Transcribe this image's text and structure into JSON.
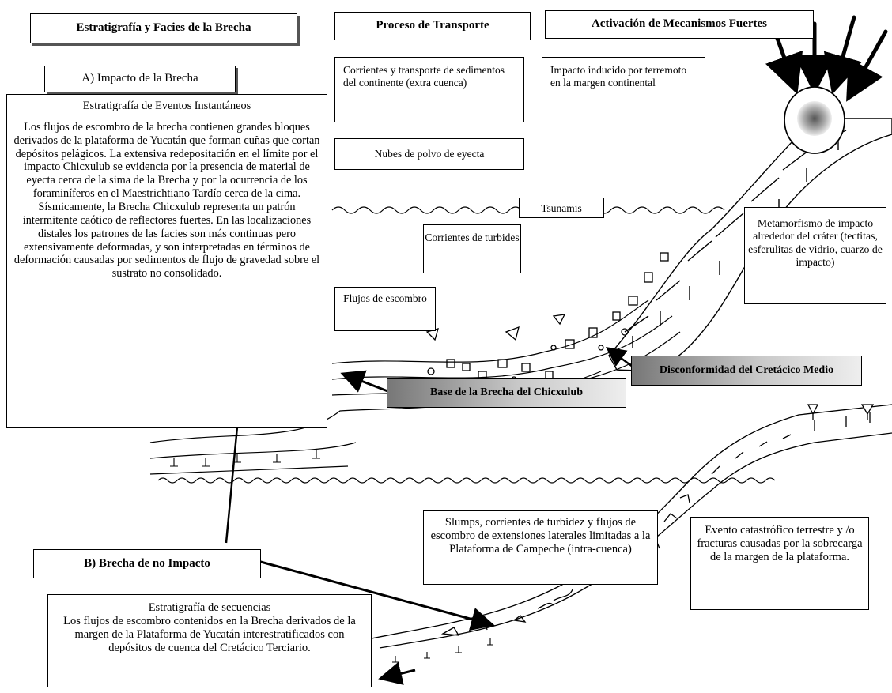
{
  "headers": {
    "stratigraphy": "Estratigrafía y Facies de la Brecha",
    "transport": "Proceso de Transporte",
    "activation": "Activación de Mecanismos Fuertes"
  },
  "impact_label": "A) Impacto de la Brecha",
  "instant_box": {
    "title": "Estratigrafía de Eventos Instantáneos",
    "paragraph1": "Los flujos de escombro de la brecha contienen grandes bloques derivados de la plataforma de Yucatán que forman cuñas que cortan depósitos pelágicos. La extensiva redepositación en el límite por el impacto Chicxulub se evidencia por la presencia de material de eyecta cerca de la sima de la Brecha y por la ocurrencia de los foraminíferos en el Maestrichtiano Tardío cerca de la cima.",
    "paragraph2": "Sísmicamente, la Brecha Chicxulub representa un patrón intermitente caótico de reflectores fuertes. En las localizaciones distales los patrones de las facies son más continuas pero extensivamente deformadas, y son interpretadas en términos de deformación causadas por sedimentos de  flujo de gravedad sobre el sustrato no consolidado."
  },
  "transport_boxes": {
    "currents": "Corrientes y transporte de sedimentos del continente (extra cuenca)",
    "dust": "Nubes de polvo de eyecta",
    "turbidites": "Corrientes de turbides",
    "debris": "Flujos de escombro"
  },
  "earthquake_box": "Impacto inducido por terremoto en la margen continental",
  "tsunami_label": "Tsunamis",
  "metamorphism_box": "Metamorfismo de impacto alrededor del cráter (tectitas, esferulitas de vidrio, cuarzo de impacto)",
  "base_label": "Base de la Brecha del Chicxulub",
  "unconformity_label": "Disconformidad del Cretácico Medio",
  "slumps_box": "Slumps, corrientes de turbidez y flujos de escombro de extensiones laterales limitadas a la Plataforma de Campeche (intra-cuenca)",
  "catastrophic_box": "Evento catastrófico terrestre y /o fracturas causadas por la sobrecarga de la margen de la plataforma.",
  "non_impact_label": "B) Brecha de no Impacto",
  "sequence_box": {
    "title": "Estratigrafía de secuencias",
    "body": "Los flujos de escombro contenidos en la Brecha derivados de la margen de la Plataforma de Yucatán interestratificados con depósitos de cuenca del Cretácico Terciario."
  },
  "colors": {
    "line": "#000000",
    "impact_fill": "#9a9a9a",
    "label_gradient_dark": "#777777"
  },
  "icons": [
    "impact-meteor-icon",
    "tree-icon"
  ]
}
